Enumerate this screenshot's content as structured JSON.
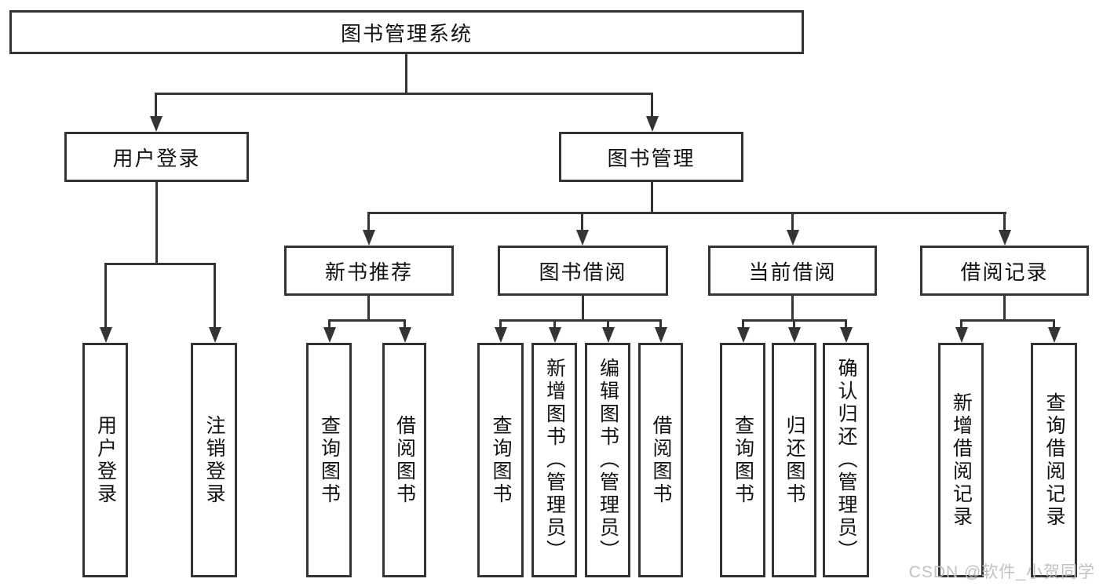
{
  "diagram": {
    "root": {
      "label": "图书管理系统"
    },
    "level2": [
      {
        "label": "用户登录"
      },
      {
        "label": "图书管理"
      }
    ],
    "level3": [
      {
        "label": "新书推荐"
      },
      {
        "label": "图书借阅"
      },
      {
        "label": "当前借阅"
      },
      {
        "label": "借阅记录"
      }
    ],
    "leaves": {
      "user_login": [
        "用户登录",
        "注销登录"
      ],
      "new_books": [
        "查询图书",
        "借阅图书"
      ],
      "book_borrow": [
        "查询图书",
        "新增图书（管理员）",
        "编辑图书（管理员）",
        "借阅图书"
      ],
      "current_borrow": [
        "查询图书",
        "归还图书",
        "确认归还（管理员）"
      ],
      "borrow_records": [
        "新增借阅记录",
        "查询借阅记录"
      ]
    },
    "line_color": "#343434",
    "box_background": "#ffffff",
    "text_color": "#111111"
  },
  "watermark": {
    "text": "CSDN @软件_小贺同学",
    "color": "#bebebe"
  }
}
